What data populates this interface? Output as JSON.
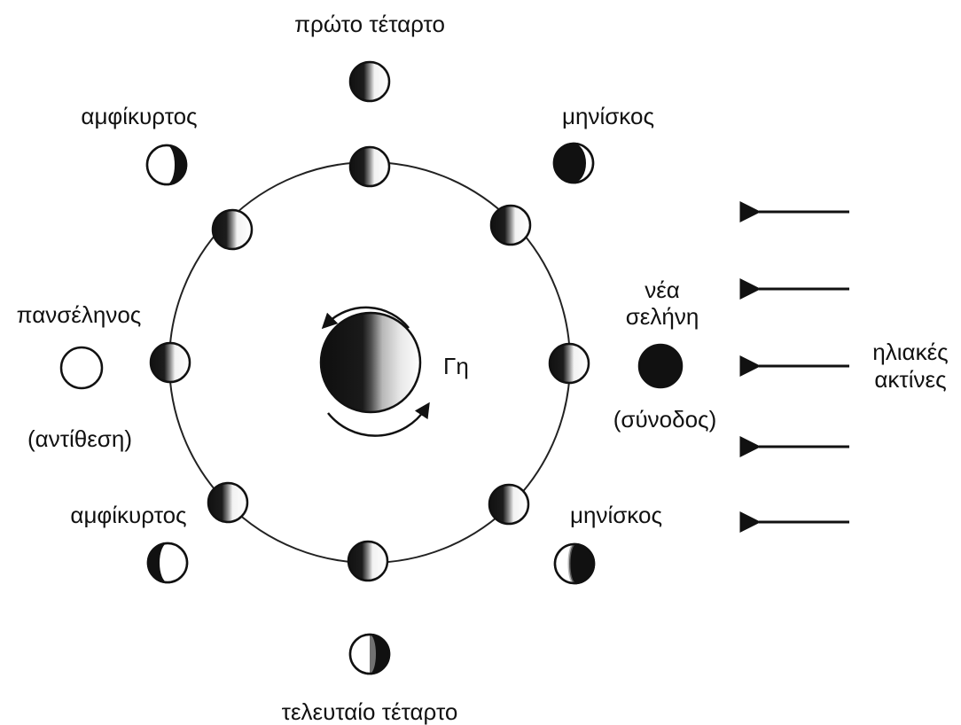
{
  "labels": {
    "first_quarter": "πρώτο τέταρτο",
    "last_quarter": "τελευταίο τέταρτο",
    "gibbous_top": "αμφίκυρτος",
    "gibbous_bottom": "αμφίκυρτος",
    "crescent_top": "μηνίσκος",
    "crescent_bottom": "μηνίσκος",
    "full_moon": "πανσέληνος",
    "opposition": "(αντίθεση)",
    "new_moon_line1": "νέα",
    "new_moon_line2": "σελήνη",
    "conjunction": "(σύνοδος)",
    "earth": "Γη",
    "sun_rays_line1": "ηλιακές",
    "sun_rays_line2": "ακτίνες"
  },
  "colors": {
    "ink": "#111111",
    "lit": "#ffffff",
    "dark": "#111111",
    "background": "#ffffff"
  },
  "sunlight_direction": "from the right"
}
